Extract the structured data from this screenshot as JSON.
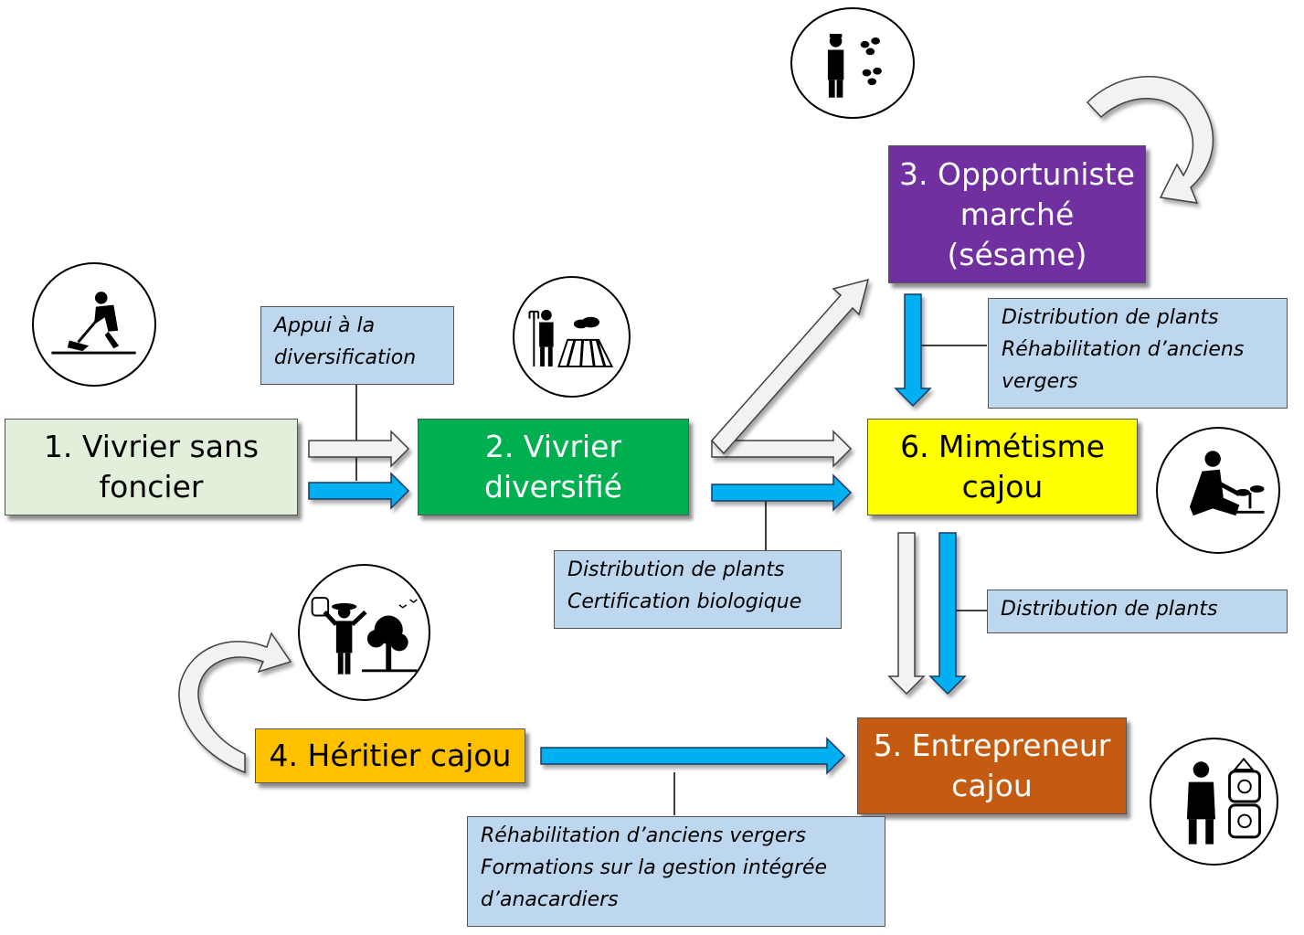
{
  "stages": {
    "s1": {
      "lines": [
        "1. Vivrier sans",
        "foncier"
      ],
      "color": "#e2efda"
    },
    "s2": {
      "lines": [
        "2. Vivrier",
        "diversifié"
      ],
      "color": "#00b050"
    },
    "s3": {
      "lines": [
        "3. Opportuniste",
        "marché",
        "(sésame)"
      ],
      "color": "#7030a0"
    },
    "s4": {
      "lines": [
        "4. Héritier cajou"
      ],
      "color": "#ffc000"
    },
    "s5": {
      "lines": [
        "5. Entrepreneur",
        "cajou"
      ],
      "color": "#c55a11"
    },
    "s6": {
      "lines": [
        "6. Mimétisme",
        "cajou"
      ],
      "color": "#ffff00"
    }
  },
  "notes": {
    "n1": [
      "Appui à la",
      "diversification"
    ],
    "n2": [
      "Distribution de plants",
      "Certification biologique"
    ],
    "n3": [
      "Distribution de plants",
      "Réhabilitation d’anciens",
      "vergers"
    ],
    "n4": [
      "Distribution de plants"
    ],
    "n5": [
      "Réhabilitation d’anciens vergers",
      "Formations sur la gestion intégrée",
      "d’anacardiers"
    ]
  },
  "colors": {
    "arrow_blue": "#00b0f0",
    "arrow_grey": "#f2f2f2",
    "note_bg": "#bdd7ee"
  },
  "icons": [
    "farmer-digging-icon",
    "farmer-field-icon",
    "farmer-seeds-icon",
    "farmer-planting-icon",
    "farmer-heir-icon",
    "entrepreneur-bags-icon"
  ]
}
